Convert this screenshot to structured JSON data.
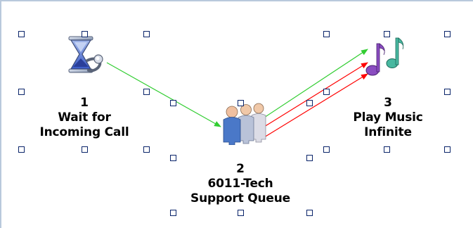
{
  "canvas": {
    "background": "#ffffff",
    "border_color": "#b9c9dc"
  },
  "colors": {
    "success_edge": "#32cd32",
    "failure_edge": "#ff0000",
    "handle_border": "#0a246a"
  },
  "nodes": [
    {
      "id": "1",
      "number": "1",
      "line1": "Wait for",
      "line2": "Incoming Call",
      "icon": "hourglass-phone-icon"
    },
    {
      "id": "2",
      "number": "2",
      "line1": "6011-Tech",
      "line2": "Support Queue",
      "icon": "people-queue-icon"
    },
    {
      "id": "3",
      "number": "3",
      "line1": "Play Music",
      "line2": "Infinite",
      "icon": "music-notes-icon"
    }
  ],
  "edges": [
    {
      "from": "1",
      "to": "2",
      "kind": "success"
    },
    {
      "from": "2",
      "to": "3",
      "kind": "success"
    },
    {
      "from": "2",
      "to": "3",
      "kind": "failure"
    },
    {
      "from": "2",
      "to": "3",
      "kind": "failure"
    }
  ]
}
